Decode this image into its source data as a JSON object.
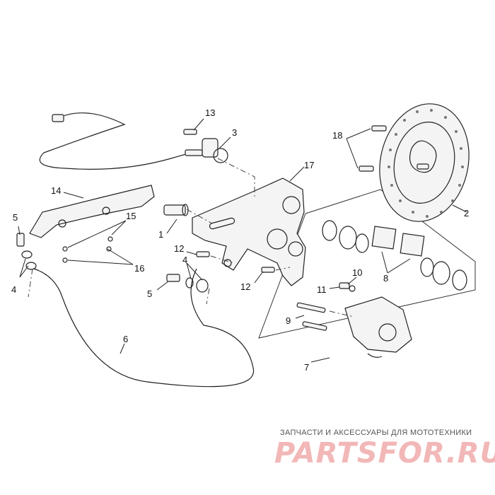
{
  "diagram": {
    "callouts": [
      "1",
      "2",
      "3",
      "4",
      "4",
      "5",
      "5",
      "6",
      "7",
      "8",
      "9",
      "10",
      "11",
      "12",
      "12",
      "13",
      "14",
      "15",
      "16",
      "17",
      "18"
    ]
  },
  "watermark": {
    "tagline": "ЗАПЧАСТИ И АКСЕССУАРЫ ДЛЯ МОТОТЕХНИКИ",
    "logo": "PARTSFOR.RU"
  }
}
